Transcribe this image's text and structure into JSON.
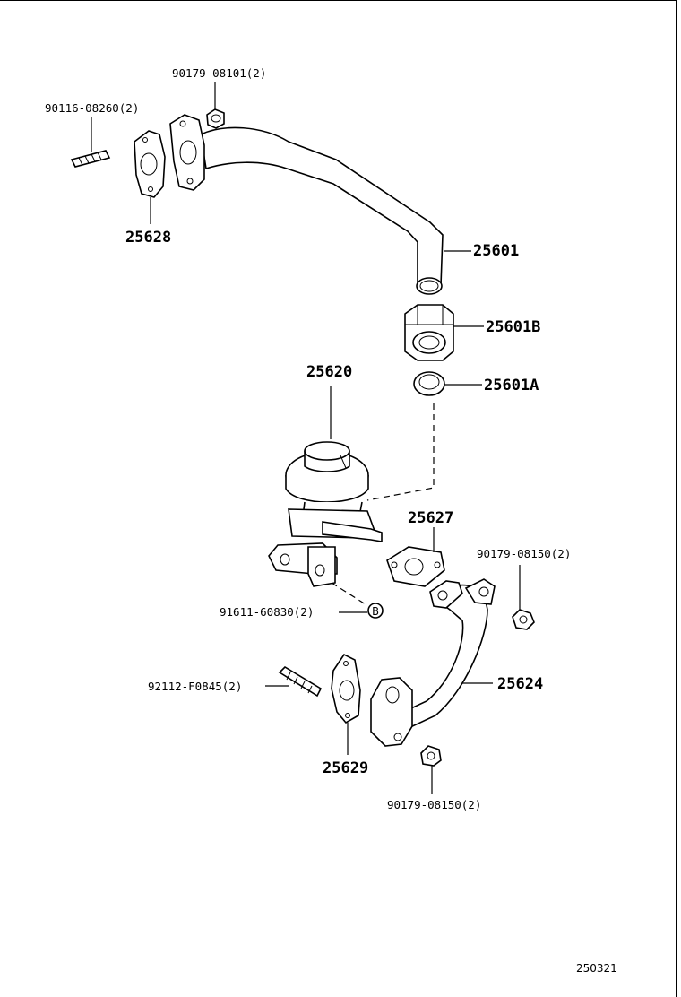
{
  "labels": {
    "bolt_top": "90179-08101(2)",
    "stud_top": "90116-08260(2)",
    "gasket_top": "25628",
    "pipe_top": "25601",
    "union_b": "25601B",
    "ring_a": "25601A",
    "valve": "25620",
    "gasket_mid": "25627",
    "nut_right": "90179-08150(2)",
    "bolt_valve": "91611-60830(2)",
    "bolt_valve_ref": "B",
    "stud_bottom": "92112-F0845(2)",
    "pipe_bottom": "25624",
    "gasket_bottom": "25629",
    "nut_bottom": "90179-08150(2)"
  },
  "diagram_code": "250321"
}
